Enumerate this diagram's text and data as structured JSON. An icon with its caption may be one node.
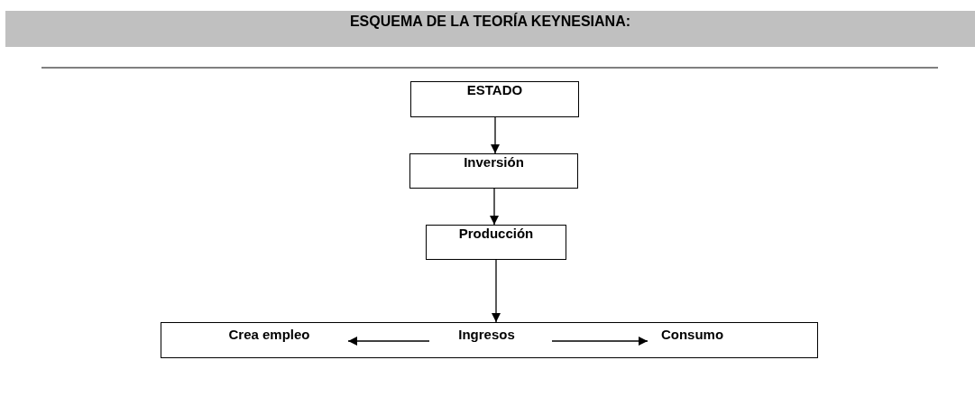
{
  "diagram": {
    "title": "ESQUEMA DE LA TEORÍA KEYNESIANA:",
    "nodes": [
      {
        "text": [
          "ESTADO"
        ]
      },
      {
        "text": [
          "Inversión"
        ]
      },
      {
        "text": [
          "Producción"
        ]
      },
      {
        "text": [],
        "shape": "box"
      },
      {
        "text": [
          "Crea empleo"
        ],
        "in": 3
      },
      {
        "text": [
          "Ingresos"
        ],
        "in": 3
      },
      {
        "text": [
          "Consumo"
        ],
        "in": 3
      }
    ],
    "edges": [
      {
        "from": 0,
        "to": 1,
        "arrow": "to"
      },
      {
        "from": 1,
        "to": 2,
        "arrow": "to"
      },
      {
        "from": 2,
        "to": 3,
        "arrow": "to"
      },
      {
        "from": 5,
        "to": 4,
        "arrow": "to"
      },
      {
        "from": 5,
        "to": 6,
        "arrow": "to"
      }
    ]
  }
}
